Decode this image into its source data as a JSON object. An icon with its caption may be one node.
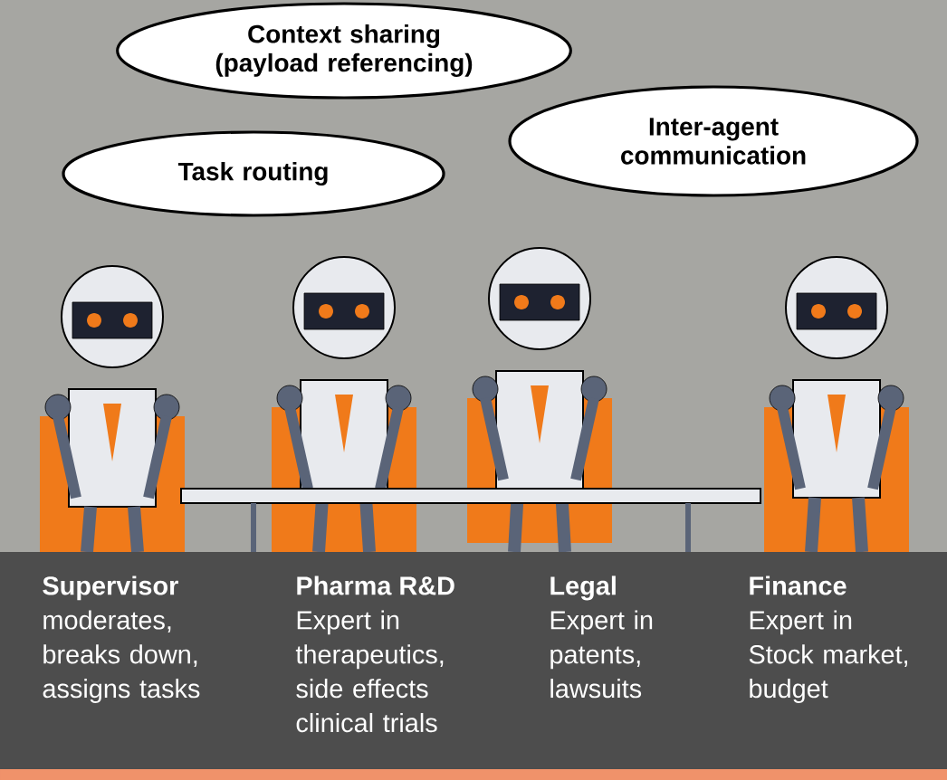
{
  "diagram": {
    "nodes": [
      {
        "text": [
          "Context sharing (payload referencing)"
        ]
      },
      {
        "text": [
          "Task routing"
        ]
      },
      {
        "text": [
          "Inter-agent communication"
        ]
      }
    ],
    "labels": [
      "Supervisor",
      "moderates, breaks down, assigns tasks",
      "Pharma R&D",
      "Expert in therapeutics, side effects clinical trials",
      "Legal",
      "Expert in patents, lawsuits",
      "Finance",
      "Expert in Stock market, budget"
    ]
  }
}
